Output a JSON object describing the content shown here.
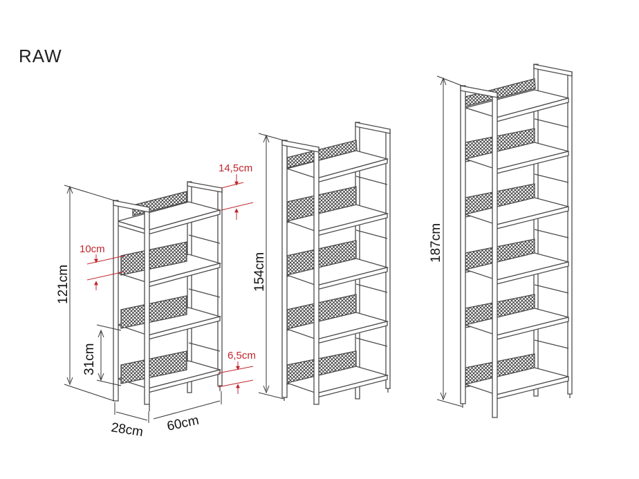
{
  "brand": "RAW",
  "colors": {
    "line": "#4a4a4a",
    "mesh": "#2a2a2a",
    "accent": "#c0262c"
  },
  "shelves": [
    {
      "id": "small",
      "height_label": "121cm",
      "tiers": 4,
      "dimensions": {
        "depth": "28cm",
        "width": "60cm",
        "tier_spacing": "31cm",
        "top_gap": "14,5cm",
        "back_panel": "10cm",
        "bottom_gap": "6,5cm"
      }
    },
    {
      "id": "medium",
      "height_label": "154cm",
      "tiers": 5
    },
    {
      "id": "large",
      "height_label": "187cm",
      "tiers": 6
    }
  ]
}
